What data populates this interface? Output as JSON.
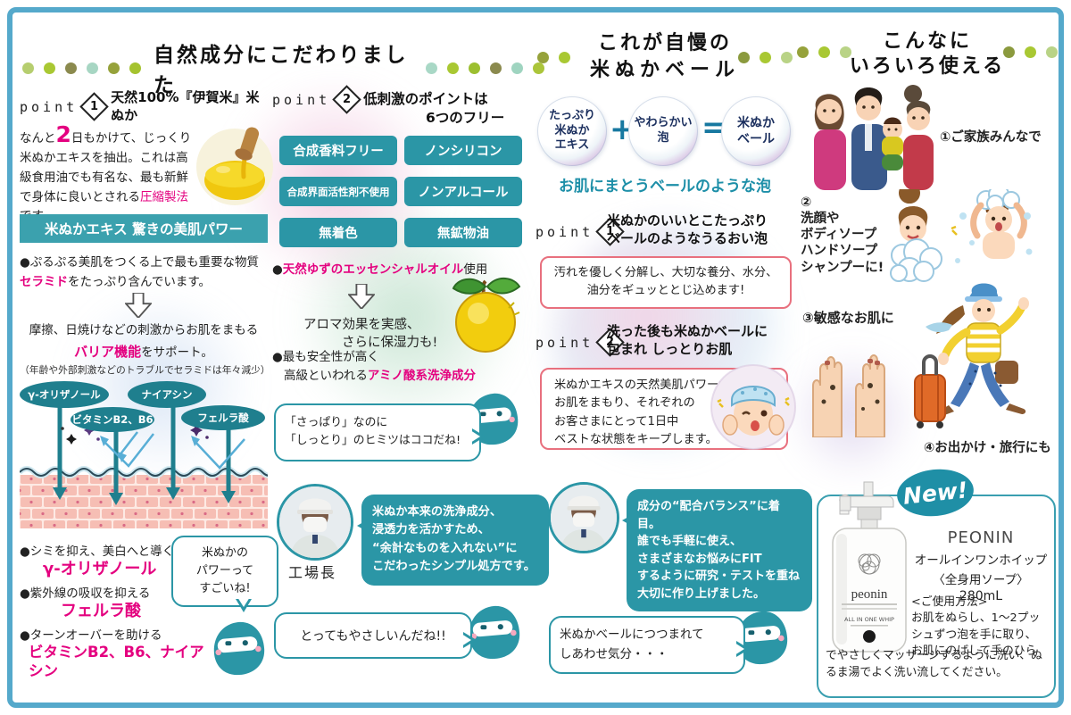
{
  "headers": {
    "h1": "自然成分にこだわりました",
    "h2_line1": "これが自慢の",
    "h2_line2": "米ぬかベール",
    "h3_line1": "こんなに",
    "h3_line2": "いろいろ使える"
  },
  "dots": {
    "h1_left": [
      "#b6ce6f",
      "#a9c833",
      "#8b8a4e",
      "#a7d6c3",
      "#96a23b",
      "#a5c32f"
    ],
    "h1_right": [
      "#a9d8c6",
      "#a9c833",
      "#9cbf30",
      "#8b8a4e",
      "#9fd4c0",
      "#abc53a"
    ],
    "h2_left": [
      "#96a23b",
      "#a9c833"
    ],
    "h2_right": [
      "#8b9a3e",
      "#a9c833",
      "#b9d386"
    ],
    "h3_left": [
      "#96a23b",
      "#a9c833",
      "#b9d386"
    ],
    "h3_right": [
      "#8b9a3e",
      "#a9c833",
      "#b9d386"
    ]
  },
  "col1": {
    "point_label": "point",
    "point_num": "1",
    "point_title": "天然100%『伊賀米』米ぬか",
    "intro_pre": "なんと",
    "intro_big": "2",
    "intro_mid": "日もかけて、じっくり米ぬかエキスを抽出。これは高級食用油でも有名な、最も新鮮で身体に良いとされる",
    "intro_em": "圧縮製法",
    "intro_post": "です。",
    "bar_title": "米ぬかエキス 驚きの美肌パワー",
    "bullet1_pre": "●ぷるぷる美肌をつくる上で最も重要な物質",
    "bullet1_em": "セラミド",
    "bullet1_post": "をたっぷり含んでいます。",
    "support_pre": "摩擦、日焼けなどの刺激からお肌をまもる",
    "support_em": "バリア機能",
    "support_post": "をサポート。",
    "note": "（年齢や外部刺激などのトラブルでセラミドは年々減少）",
    "diagram_labels": [
      "γ-オリザノール",
      "ビタミンB2、B6",
      "ナイアシン",
      "フェルラ酸"
    ],
    "benefit1_desc": "●シミを抑え、美白へと導く",
    "benefit1_em": "γ-オリザノール",
    "benefit2_desc": "●紫外線の吸収を抑える",
    "benefit2_em": "フェルラ酸",
    "benefit3_desc": "●ターンオーバーを助ける",
    "benefit3_em": "ビタミンB2、B6、ナイアシン",
    "bubble": "米ぬかの\nパワーって\nすごいね!"
  },
  "col2": {
    "point_label": "point",
    "point_num": "2",
    "point_title1": "低刺激のポイントは",
    "point_title2": "6つのフリー",
    "free_boxes": [
      "合成香料フリー",
      "ノンシリコン",
      "合成界面活性剤不使用",
      "ノンアルコール",
      "無着色",
      "無鉱物油"
    ],
    "yuzu_pre": "●",
    "yuzu_em": "天然ゆずのエッセンシャルオイル",
    "yuzu_post": "使用",
    "aroma_line1": "アロマ効果を実感、",
    "aroma_line2": "さらに保湿力も!",
    "amino_line1": "●最も安全性が高く",
    "amino_pre2": "高級といわれる",
    "amino_em": "アミノ酸系洗浄成分",
    "bubble1": "「さっぱり」なのに\n「しっとり」のヒミツはココだね!",
    "manager_label": "工場長",
    "manager_speech": "米ぬか本来の洗浄成分、\n浸透力を活かすため、\n“余計なものを入れない”に\nこだわったシンプル処方です。",
    "bubble2": "とってもやさしいんだね!!"
  },
  "col3": {
    "circle1": "たっぷり\n米ぬか\nエキス",
    "plus": "+",
    "circle2": "やわらかい\n泡",
    "equals": "=",
    "circle3": "米ぬか\nベール",
    "tagline": "お肌にまとうベールのような泡",
    "point1_label": "point",
    "point1_num": "1",
    "point1_title1": "米ぬかのいいとこたっぷり",
    "point1_title2": "ベールのようなうるおい泡",
    "box1": "汚れを優しく分解し、大切な養分、水分、\n油分をギュッととじ込めます!",
    "point2_label": "point",
    "point2_num": "2",
    "point2_title1": "洗った後も米ぬかベールに",
    "point2_title2": "包まれ しっとりお肌",
    "box2": "米ぬかエキスの天然美肌パワーが\nお肌をまもり、それぞれの\nお客さまにとって1日中\nベストな状態をキープします。",
    "manager_speech": "成分の“配合バランス”に着目。\n誰でも手軽に使え、\nさまざまなお悩みにFIT\nするように研究・テストを重ね\n大切に作り上げました。",
    "bubble": "米ぬかベールにつつまれて\nしあわせ気分・・・"
  },
  "col4": {
    "use1": "①ご家族みんなで",
    "use2_lines": [
      "②",
      "洗顔や",
      "ボディソープ",
      "ハンドソープ",
      "シャンプーに!"
    ],
    "use3": "③敏感なお肌に",
    "use4": "④お出かけ・旅行にも",
    "new_badge": "New!",
    "product": {
      "brand": "PEONIN",
      "name": "オールインワンホイップ",
      "type": "〈全身用ソープ〉",
      "volume": "280mL",
      "usage_title": "<ご使用方法>",
      "usage_part1": "お肌をぬらし、1〜2プッシュずつ泡を手に取り、お肌にのばして手のひら",
      "usage_part2": "でやさしくマッサージするように洗い、ぬるま湯でよく洗い流してください。",
      "bottle_logo": "peonin",
      "bottle_line": "ALL IN ONE WHIP"
    }
  },
  "colors": {
    "teal": "#2b96a6",
    "teal_dark": "#1f7f8e",
    "pink": "#e4007f",
    "box_border_pink": "#e8707e",
    "page_border": "#55a9cb",
    "tagline_teal": "#1d8fa8"
  }
}
